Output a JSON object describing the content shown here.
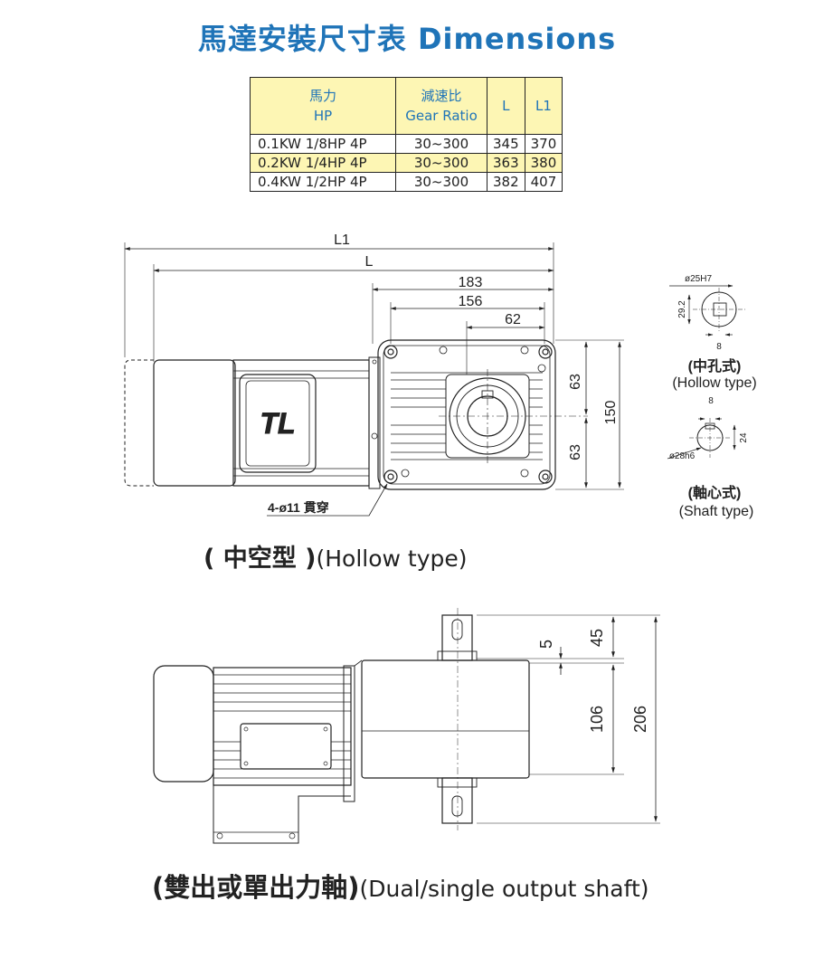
{
  "title": "馬達安裝尺寸表 Dimensions",
  "table": {
    "headers": [
      "馬力\nHP",
      "減速比\nGear Ratio",
      "L",
      "L1"
    ],
    "header_hp_line1": "馬力",
    "header_hp_line2": "HP",
    "header_ratio_line1": "減速比",
    "header_ratio_line2": "Gear Ratio",
    "header_l": "L",
    "header_l1": "L1",
    "rows": [
      {
        "hp": "0.1KW  1/8HP  4P",
        "ratio": "30~300",
        "l": "345",
        "l1": "370"
      },
      {
        "hp": "0.2KW  1/4HP  4P",
        "ratio": "30~300",
        "l": "363",
        "l1": "380"
      },
      {
        "hp": "0.4KW  1/2HP  4P",
        "ratio": "30~300",
        "l": "382",
        "l1": "407"
      }
    ]
  },
  "hollow_view": {
    "dim_l1": "L1",
    "dim_l": "L",
    "dim_183": "183",
    "dim_156": "156",
    "dim_62": "62",
    "dim_63a": "63",
    "dim_63b": "63",
    "dim_150": "150",
    "holes": "4-ø11 貫穿",
    "caption_cn": "( 中空型 )",
    "caption_en": "(Hollow type)"
  },
  "bore_detail": {
    "dia": "ø25H7",
    "h": "29.2",
    "w": "8",
    "label_cn": "(中孔式)",
    "label_en": "(Hollow type)"
  },
  "shaft_detail": {
    "w": "8",
    "h": "24",
    "dia": "ø28h6",
    "label_cn": "(軸心式)",
    "label_en": "(Shaft type)"
  },
  "shaft_view": {
    "dim_5": "5",
    "dim_45": "45",
    "dim_106": "106",
    "dim_206": "206",
    "caption_cn": "(雙出或單出力軸)",
    "caption_en": "(Dual/single output shaft)"
  },
  "colors": {
    "title": "#1f74b8",
    "table_header_bg": "#fdf6b4",
    "line": "#222222"
  }
}
